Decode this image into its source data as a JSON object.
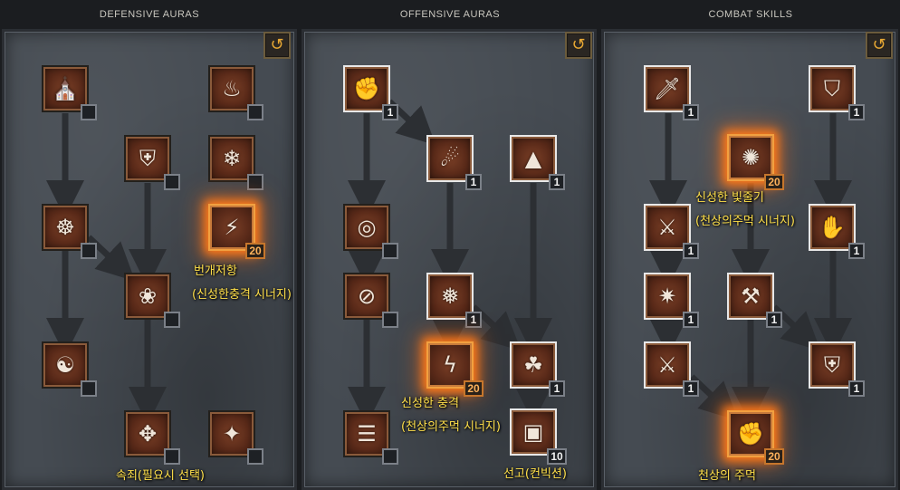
{
  "headers": {
    "defensive": "DEFENSIVE AURAS",
    "offensive": "OFFENSIVE AURAS",
    "combat": "COMBAT SKILLS"
  },
  "reset_icon": "↺",
  "ranks": {
    "one": "1",
    "ten": "10",
    "twenty": "20"
  },
  "labels": {
    "resist_lightning": "번개저항",
    "resist_lightning_note": "(신성한충격 시너지)",
    "salvation": "속죄(필요시 선택)",
    "holy_shock": "신성한 충격",
    "holy_shock_note": "(천상의주먹 시너지)",
    "conviction": "선고(컨빅션)",
    "holy_bolt": "신성한 빛줄기",
    "holy_bolt_note": "(천상의주먹 시너지)",
    "fist_of_heavens": "천상의 주먹"
  },
  "icons": {
    "prayer": "prayer-icon",
    "resist_fire": "resist-fire-icon",
    "defiance": "defiance-icon",
    "resist_cold": "resist-cold-icon",
    "resist_lightning": "resist-lightning-icon",
    "cleansing": "cleansing-icon",
    "vigor": "vigor-icon",
    "meditation": "meditation-icon",
    "redemption": "redemption-icon",
    "salvation": "salvation-icon",
    "might": "might-icon",
    "holy_fire": "holy-fire-icon",
    "thorns": "thorns-icon",
    "blessed_aim": "blessed-aim-icon",
    "concentration": "concentration-icon",
    "holy_freeze": "holy-freeze-icon",
    "holy_shock": "holy-shock-icon",
    "sanctuary": "sanctuary-icon",
    "fanaticism": "fanaticism-icon",
    "conviction": "conviction-icon",
    "sacrifice": "sacrifice-icon",
    "smite": "smite-icon",
    "holy_bolt": "holy-bolt-icon",
    "zeal": "zeal-icon",
    "charge": "charge-icon",
    "vengeance": "vengeance-icon",
    "blessed_hammer": "blessed-hammer-icon",
    "conversion": "conversion-icon",
    "holy_shield": "holy-shield-icon",
    "fist_of_heavens": "fist-of-heavens-icon"
  },
  "colors": {
    "label": "#ffe04a",
    "glow": "#ff7a1a",
    "panel": "#454b52"
  }
}
